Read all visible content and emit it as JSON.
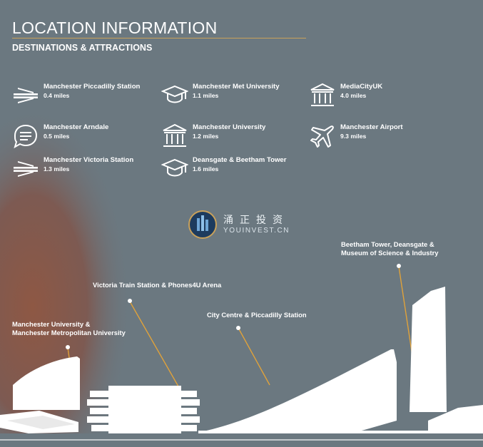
{
  "header": {
    "title": "LOCATION INFORMATION",
    "subtitle": "DESTINATIONS & ATTRACTIONS"
  },
  "destinations": [
    {
      "name": "Manchester Piccadilly Station",
      "distance": "0.4 miles",
      "icon": "rail-icon"
    },
    {
      "name": "Manchester Met University",
      "distance": "1.1 miles",
      "icon": "graduation-cap-icon"
    },
    {
      "name": "MediaCityUK",
      "distance": "4.0 miles",
      "icon": "institution-icon"
    },
    {
      "name": "Manchester Arndale",
      "distance": "0.5 miles",
      "icon": "speech-bubble-icon"
    },
    {
      "name": "Manchester University",
      "distance": "1.2 miles",
      "icon": "institution-icon"
    },
    {
      "name": "Manchester Airport",
      "distance": "9.3 miles",
      "icon": "airplane-icon"
    },
    {
      "name": "Manchester Victoria Station",
      "distance": "1.3 miles",
      "icon": "rail-icon"
    },
    {
      "name": "Deansgate & Beetham Tower",
      "distance": "1.6 miles",
      "icon": "graduation-cap-icon"
    }
  ],
  "logo": {
    "chinese": "涌正投资",
    "english": "YOUINVEST.CN"
  },
  "callouts": {
    "beetham": [
      "Beetham Tower, Deansgate &",
      "Museum of Science & Industry"
    ],
    "victoria": [
      "Victoria Train Station & Phones4U Arena"
    ],
    "city_centre": [
      "City Centre & Piccadilly Station"
    ],
    "university": [
      "Manchester University &",
      "Manchester Metropolitan University"
    ]
  },
  "colors": {
    "background": "#6b7880",
    "accent": "#e0a23a",
    "rule": "#c9a15a",
    "glow": "#8c5a48"
  }
}
